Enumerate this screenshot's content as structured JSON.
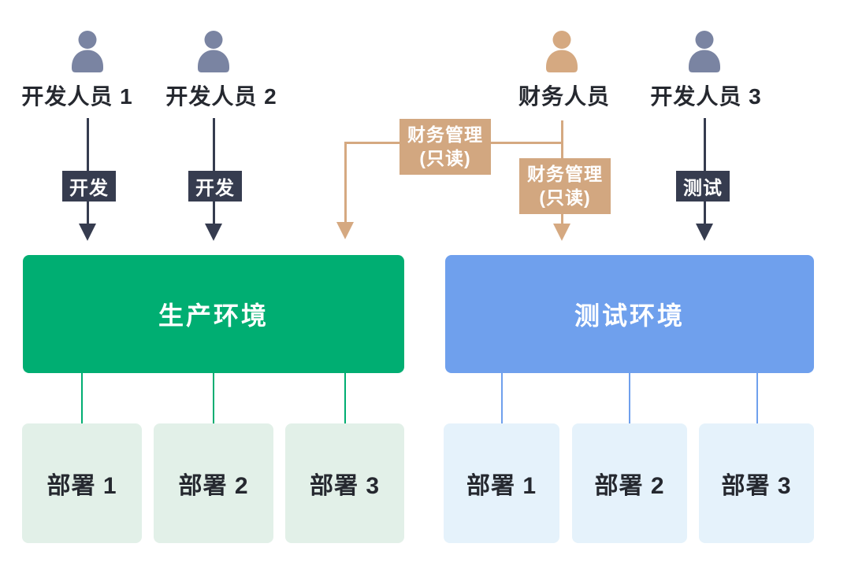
{
  "diagram": {
    "actors": [
      {
        "name": "开发人员 1"
      },
      {
        "name": "开发人员 2"
      },
      {
        "name": "财务人员"
      },
      {
        "name": "开发人员 3"
      }
    ],
    "permissions": {
      "dev": "开发",
      "test": "测试",
      "finance_line1": "财务管理",
      "finance_line2": "(只读)"
    },
    "environments": [
      {
        "name": "生产环境",
        "deployments": [
          "部署 1",
          "部署 2",
          "部署 3"
        ]
      },
      {
        "name": "测试环境",
        "deployments": [
          "部署 1",
          "部署 2",
          "部署 3"
        ]
      }
    ]
  },
  "colors": {
    "slate": "#7a84a2",
    "tan": "#d5a981",
    "tan-badge": "#d2a780",
    "dark": "#363c4f",
    "green": "#00ae72",
    "green-light": "#e2f0e8",
    "blue": "#6fa0ed",
    "blue-light": "#e5f2fb",
    "text-dark": "#25282f"
  }
}
